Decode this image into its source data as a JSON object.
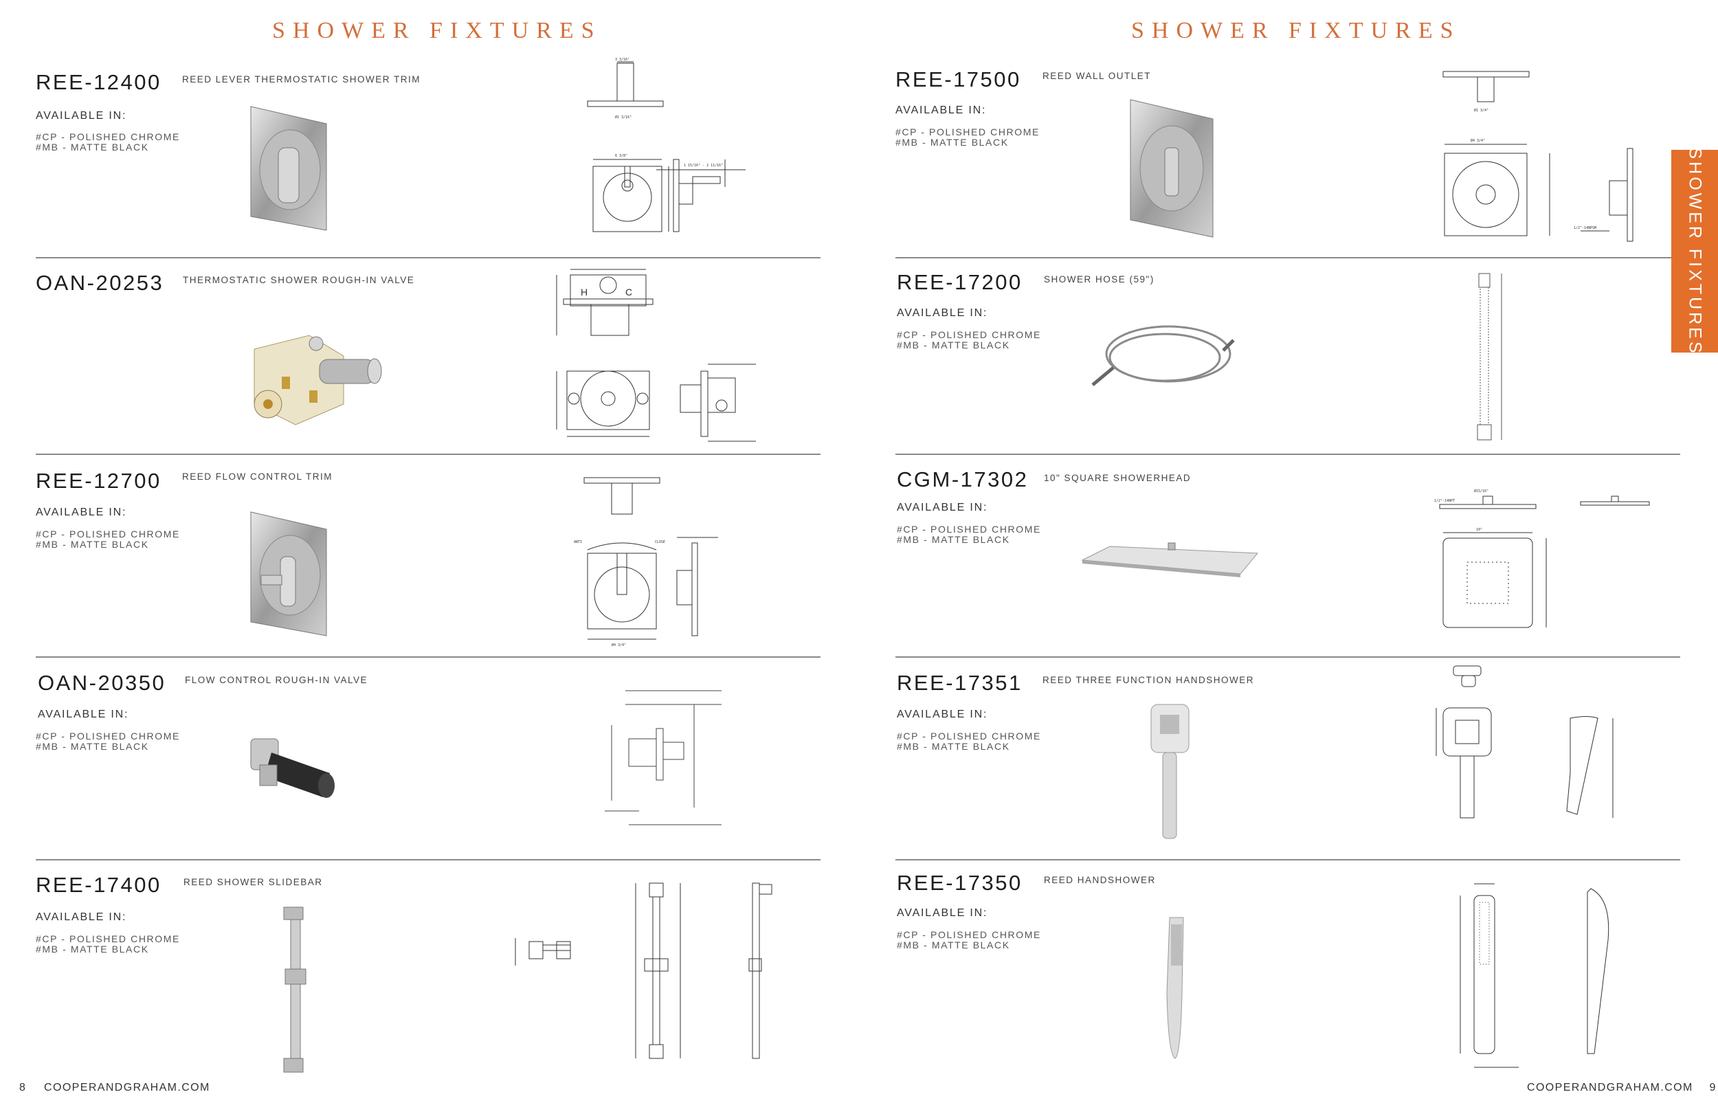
{
  "left_page": {
    "title": "SHOWER FIXTURES",
    "products": [
      {
        "sku": "REE-12400",
        "name": "REED LEVER THERMOSTATIC SHOWER TRIM",
        "available_label": "AVAILABLE IN:",
        "finishes": [
          "#CP - POLISHED CHROME",
          "#MB - MATTE BLACK"
        ]
      },
      {
        "sku": "OAN-20253",
        "name": "THERMOSTATIC SHOWER ROUGH-IN VALVE",
        "available_label": "",
        "finishes": []
      },
      {
        "sku": "REE-12700",
        "name": "REED FLOW CONTROL TRIM",
        "available_label": "AVAILABLE IN:",
        "finishes": [
          "#CP - POLISHED CHROME",
          "#MB - MATTE BLACK"
        ]
      },
      {
        "sku": "OAN-20350",
        "name": "FLOW CONTROL ROUGH-IN VALVE",
        "available_label": "AVAILABLE IN:",
        "finishes": [
          "#CP - POLISHED CHROME",
          "#MB - MATTE BLACK"
        ]
      },
      {
        "sku": "REE-17400",
        "name": "REED SHOWER SLIDEBAR",
        "available_label": "AVAILABLE IN:",
        "finishes": [
          "#CP - POLISHED CHROME",
          "#MB - MATTE BLACK"
        ]
      }
    ],
    "page_number": "8",
    "website": "COOPERANDGRAHAM.COM"
  },
  "right_page": {
    "title": "SHOWER FIXTURES",
    "products": [
      {
        "sku": "REE-17500",
        "name": "REED WALL OUTLET",
        "available_label": "AVAILABLE IN:",
        "finishes": [
          "#CP - POLISHED CHROME",
          "#MB - MATTE BLACK"
        ]
      },
      {
        "sku": "REE-17200",
        "name": "SHOWER HOSE (59\")",
        "available_label": "AVAILABLE IN:",
        "finishes": [
          "#CP - POLISHED CHROME",
          "#MB - MATTE BLACK"
        ]
      },
      {
        "sku": "CGM-17302",
        "name": "10\" SQUARE SHOWERHEAD",
        "available_label": "AVAILABLE IN:",
        "finishes": [
          "#CP - POLISHED CHROME",
          "#MB - MATTE BLACK"
        ]
      },
      {
        "sku": "REE-17351",
        "name": "REED THREE FUNCTION HANDSHOWER",
        "available_label": "AVAILABLE IN:",
        "finishes": [
          "#CP - POLISHED CHROME",
          "#MB - MATTE BLACK"
        ]
      },
      {
        "sku": "REE-17350",
        "name": "REED HANDSHOWER",
        "available_label": "AVAILABLE IN:",
        "finishes": [
          "#CP - POLISHED CHROME",
          "#MB - MATTE BLACK"
        ]
      }
    ],
    "page_number": "9",
    "website": "COOPERANDGRAHAM.COM"
  },
  "side_tab": {
    "label": "SHOWER FIXTURES"
  },
  "colors": {
    "accent": "#d36f3c",
    "tab": "#e36f2b",
    "rule": "#8a8a8a"
  }
}
